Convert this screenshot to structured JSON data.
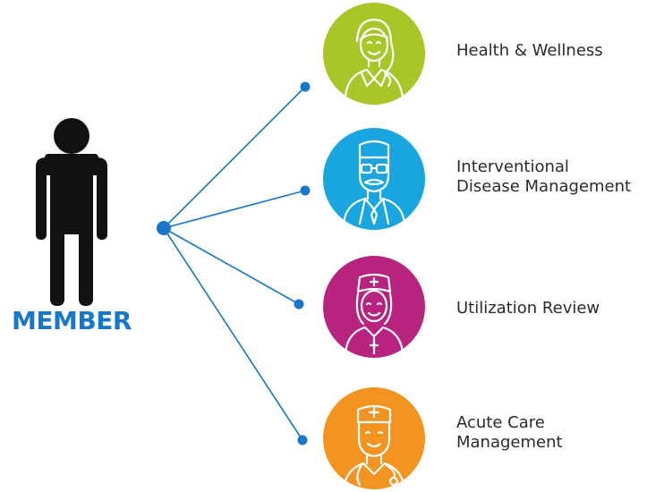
{
  "member": {
    "label": "MEMBER",
    "icon": "person-silhouette-icon",
    "color": "#111111",
    "label_color": "#1877c8"
  },
  "connector": {
    "color": "#1877c8"
  },
  "text_color": "#2b2b2b",
  "services": [
    {
      "lines": [
        "Health & Wellness"
      ],
      "icon": "woman-wellness-icon",
      "color": "#a8c628"
    },
    {
      "lines": [
        "Interventional",
        "Disease Management"
      ],
      "icon": "doctor-with-glasses-icon",
      "color": "#18a5e0"
    },
    {
      "lines": [
        "Utilization Review"
      ],
      "icon": "nurse-icon",
      "color": "#b8237f"
    },
    {
      "lines": [
        "Acute Care",
        "Management"
      ],
      "icon": "doctor-with-stethoscope-icon",
      "color": "#f39320"
    }
  ]
}
